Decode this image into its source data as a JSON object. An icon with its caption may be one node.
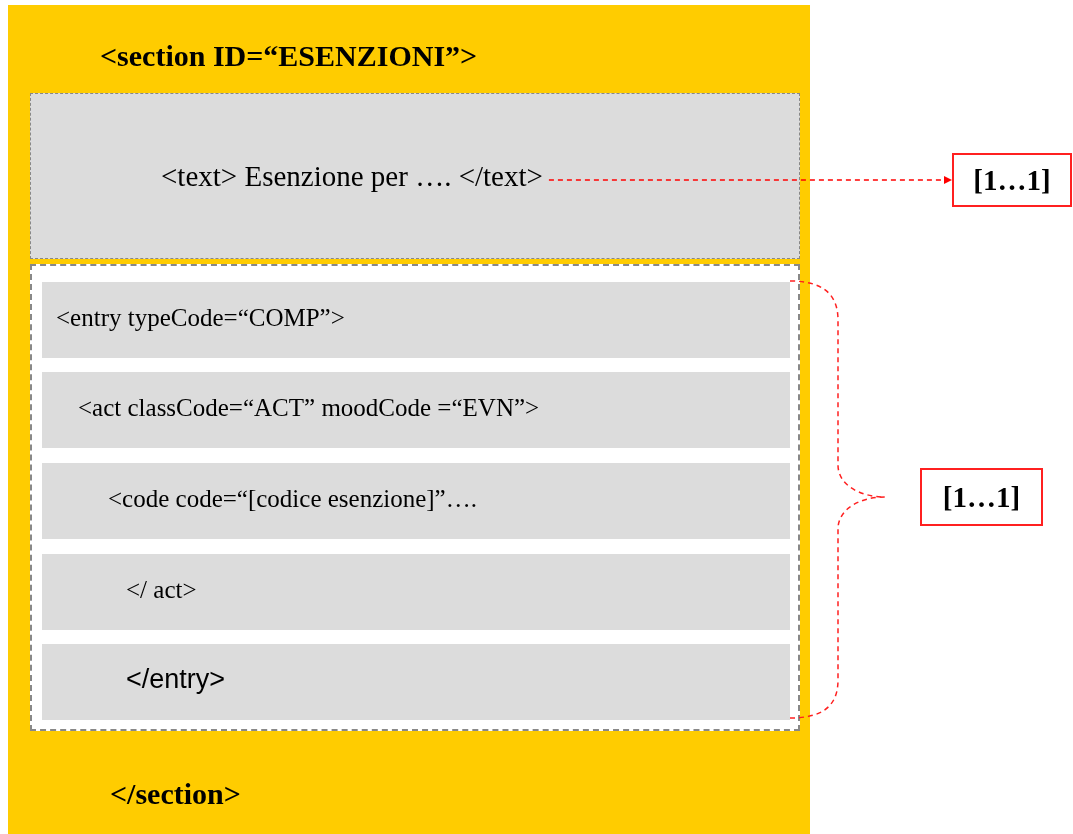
{
  "diagram": {
    "nodes": [
      {
        "text": [
          "<section ID=“ESENZIONI”>",
          "</section>"
        ]
      },
      {
        "text": [
          "<text> Esenzione per …. </text>"
        ],
        "in": 0
      },
      {
        "text": [],
        "shape": "box",
        "in": 0
      },
      {
        "text": [
          "<entry typeCode=“COMP”>"
        ],
        "in": 2
      },
      {
        "text": [
          "<act classCode=“ACT” moodCode =“EVN”>"
        ],
        "in": 2
      },
      {
        "text": [
          "<code code=“[codice esenzione]”…."
        ],
        "in": 2
      },
      {
        "text": [
          "</ act>"
        ],
        "in": 2
      },
      {
        "text": [
          "</entry>"
        ],
        "in": 2
      },
      {
        "text": [
          "[1…1]"
        ]
      },
      {
        "text": [
          "[1…1]"
        ]
      }
    ],
    "edges": [
      {
        "from": 1,
        "to": 8,
        "arrow": "to",
        "style": "dashed",
        "color": "#ff0000"
      }
    ]
  }
}
